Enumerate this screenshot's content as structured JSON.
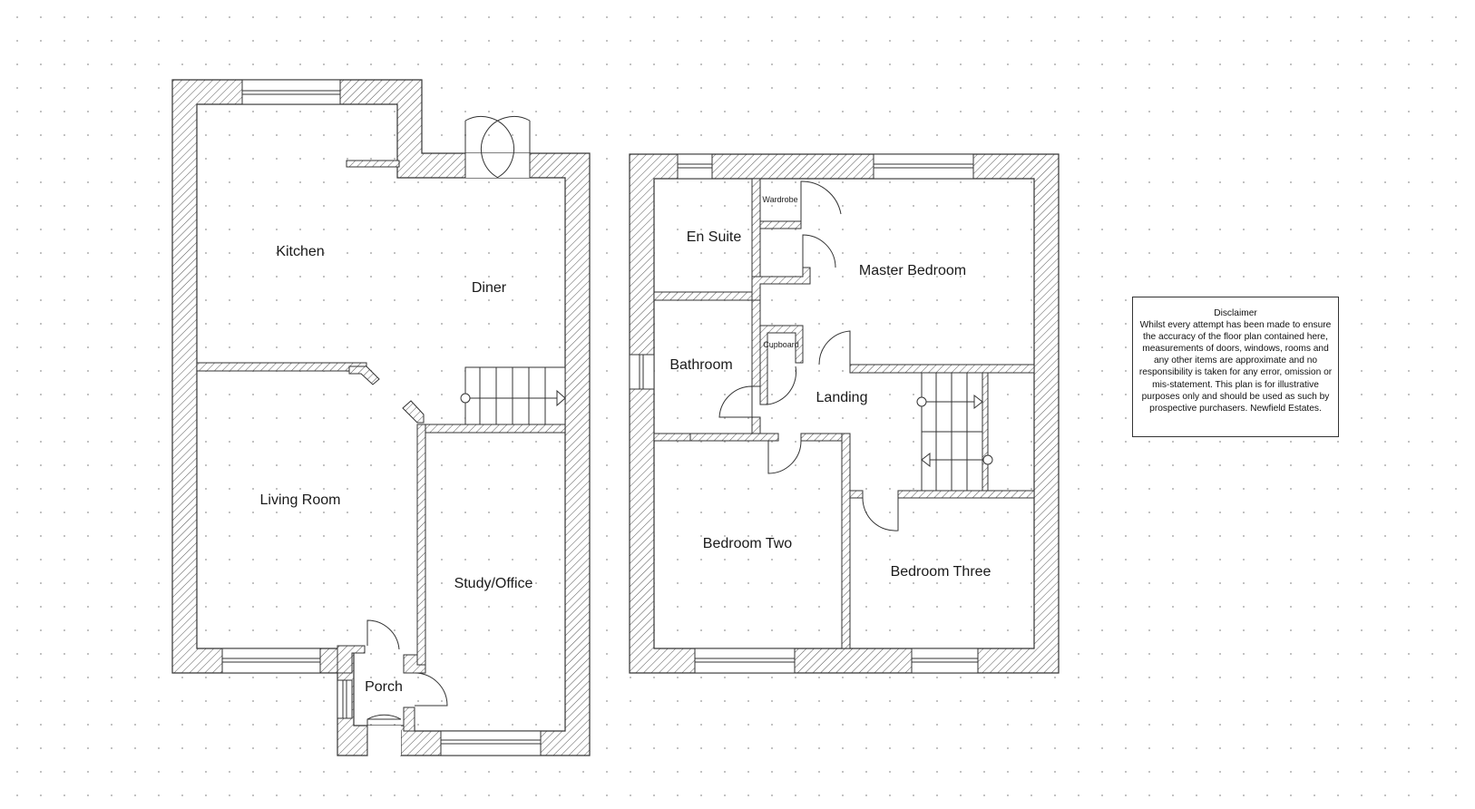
{
  "ground_floor": {
    "rooms": {
      "kitchen": "Kitchen",
      "diner": "Diner",
      "living_room": "Living Room",
      "study": "Study/Office",
      "porch": "Porch"
    }
  },
  "first_floor": {
    "rooms": {
      "en_suite": "En Suite",
      "wardrobe": "Wardrobe",
      "master_bedroom": "Master Bedroom",
      "bathroom": "Bathroom",
      "cupboard": "Cupboard",
      "landing": "Landing",
      "bedroom_two": "Bedroom Two",
      "bedroom_three": "Bedroom Three"
    }
  },
  "disclaimer": {
    "title": "Disclaimer",
    "text": "Whilst every attempt has been made to ensure the accuracy of the floor plan contained here, measurements of doors, windows, rooms and any other items are approximate and no responsibility is taken for any error, omission or mis-statement. This plan is for illustrative purposes only and should be used as such by prospective purchasers. Newfield Estates."
  },
  "colors": {
    "wall_outline": "#333333",
    "hatch": "#555555",
    "background": "#ffffff"
  }
}
